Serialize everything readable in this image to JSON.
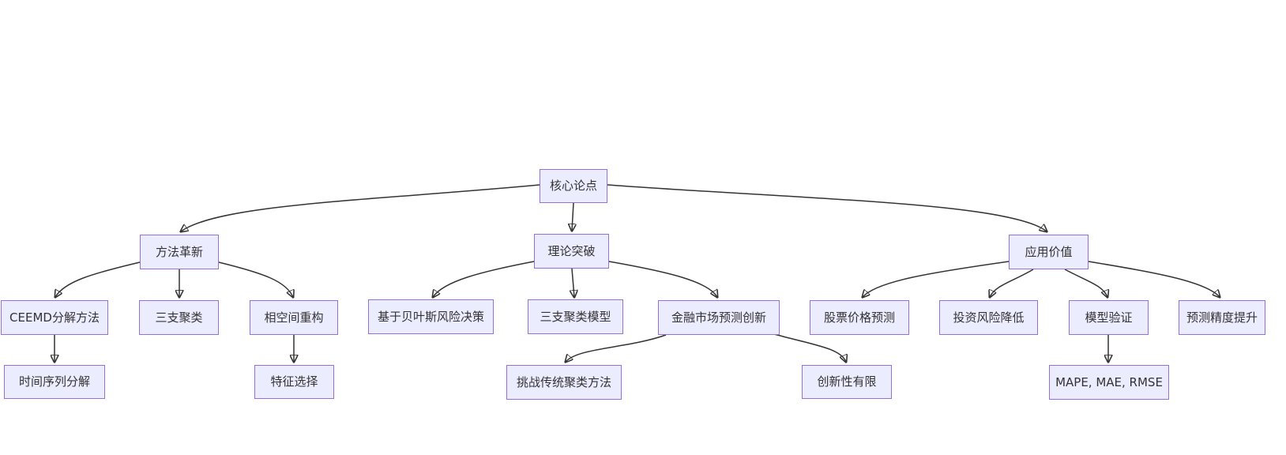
{
  "diagram": {
    "type": "flowchart-top-down",
    "colors": {
      "background": "#FFFFFF",
      "node_fill": "#ECECFF",
      "node_border": "#9370DB",
      "node_text": "#333333",
      "edge": "#333333"
    }
  },
  "nodes": {
    "core": {
      "label": "核心论点"
    },
    "method_innovation": {
      "label": "方法革新"
    },
    "theory_breakthrough": {
      "label": "理论突破"
    },
    "application_value": {
      "label": "应用价值"
    },
    "ceemd": {
      "label": "CEEMD分解方法"
    },
    "three_way_clustering": {
      "label": "三支聚类"
    },
    "phase_space": {
      "label": "相空间重构"
    },
    "time_series_decomp": {
      "label": "时间序列分解"
    },
    "feature_selection": {
      "label": "特征选择"
    },
    "bayes_risk": {
      "label": "基于贝叶斯风险决策"
    },
    "three_way_model": {
      "label": "三支聚类模型"
    },
    "financial_innovation": {
      "label": "金融市场预测创新"
    },
    "challenge_clustering": {
      "label": "挑战传统聚类方法"
    },
    "limited_novelty": {
      "label": "创新性有限"
    },
    "stock_prediction": {
      "label": "股票价格预测"
    },
    "risk_reduction": {
      "label": "投资风险降低"
    },
    "model_validation": {
      "label": "模型验证"
    },
    "metrics": {
      "label": "MAPE, MAE, RMSE"
    },
    "accuracy_improvement": {
      "label": "预测精度提升"
    }
  },
  "edges": [
    {
      "from": "core",
      "to": "method_innovation"
    },
    {
      "from": "core",
      "to": "theory_breakthrough"
    },
    {
      "from": "core",
      "to": "application_value"
    },
    {
      "from": "method_innovation",
      "to": "ceemd"
    },
    {
      "from": "method_innovation",
      "to": "three_way_clustering"
    },
    {
      "from": "method_innovation",
      "to": "phase_space"
    },
    {
      "from": "ceemd",
      "to": "time_series_decomp"
    },
    {
      "from": "phase_space",
      "to": "feature_selection"
    },
    {
      "from": "theory_breakthrough",
      "to": "bayes_risk"
    },
    {
      "from": "theory_breakthrough",
      "to": "three_way_model"
    },
    {
      "from": "theory_breakthrough",
      "to": "financial_innovation"
    },
    {
      "from": "financial_innovation",
      "to": "challenge_clustering"
    },
    {
      "from": "financial_innovation",
      "to": "limited_novelty"
    },
    {
      "from": "application_value",
      "to": "stock_prediction"
    },
    {
      "from": "application_value",
      "to": "risk_reduction"
    },
    {
      "from": "application_value",
      "to": "model_validation"
    },
    {
      "from": "application_value",
      "to": "accuracy_improvement"
    },
    {
      "from": "model_validation",
      "to": "metrics"
    }
  ]
}
